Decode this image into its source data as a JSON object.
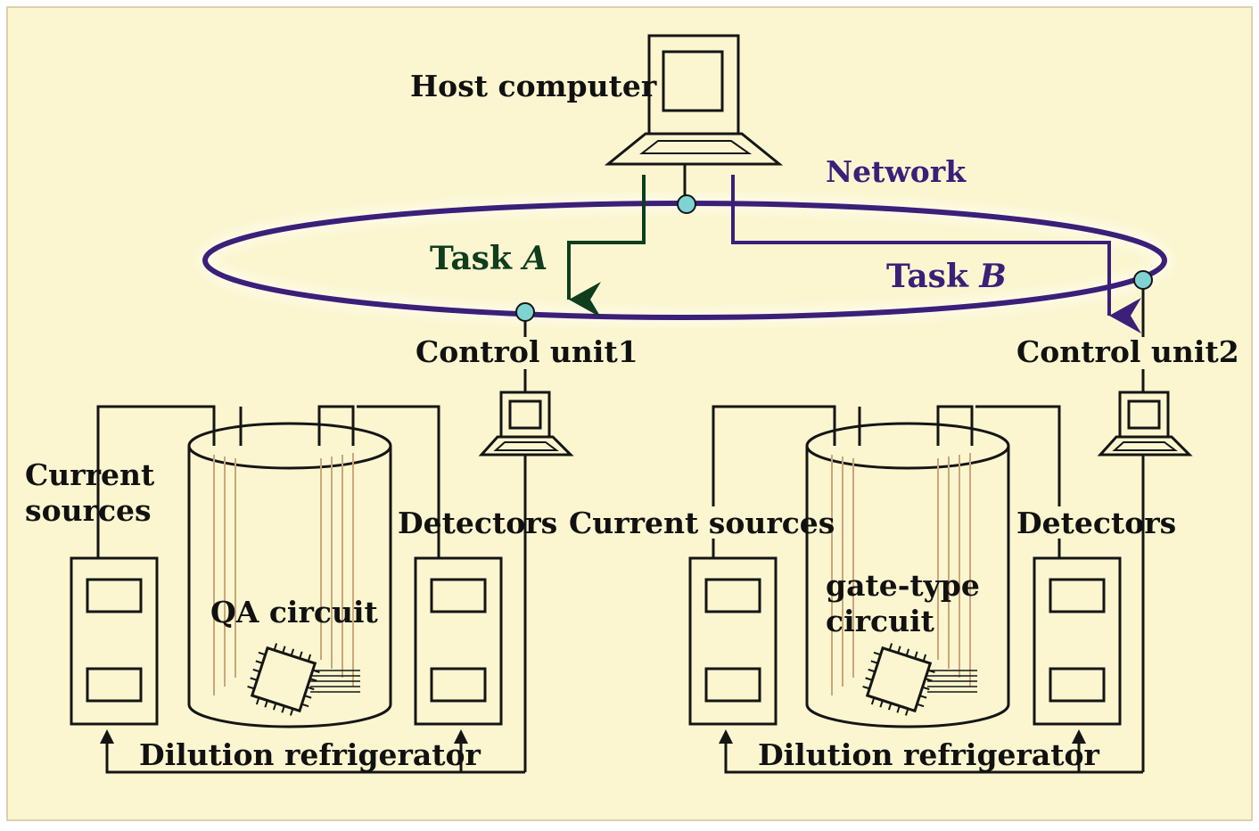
{
  "labels": {
    "host_computer": "Host computer",
    "network": "Network",
    "task_a_prefix": "Task ",
    "task_a_letter": "A",
    "task_b_prefix": "Task ",
    "task_b_letter": "B",
    "control_unit_1": "Control unit1",
    "control_unit_2": "Control unit2",
    "current_sources_left_line1": "Current",
    "current_sources_left_line2": "sources",
    "current_sources_right": "Current sources",
    "detectors_left": "Detectors",
    "detectors_right": "Detectors",
    "qa_circuit": "QA circuit",
    "gate_type_line1": "gate-type",
    "gate_type_line2": "circuit",
    "dilution_left": "Dilution refrigerator",
    "dilution_right": "Dilution refrigerator"
  },
  "colors": {
    "background": "#fbf6d0",
    "network_ring": "#3b1f78",
    "task_a": "#0f3d1e",
    "task_b": "#3b1f78",
    "node": "#7fd3d3",
    "lines": "#151515",
    "inner_wiring": "#c9a77a"
  },
  "icons": {
    "host": "computer-icon",
    "control_1": "computer-icon",
    "control_2": "computer-icon",
    "chip_left": "chip-icon",
    "chip_right": "chip-icon"
  }
}
